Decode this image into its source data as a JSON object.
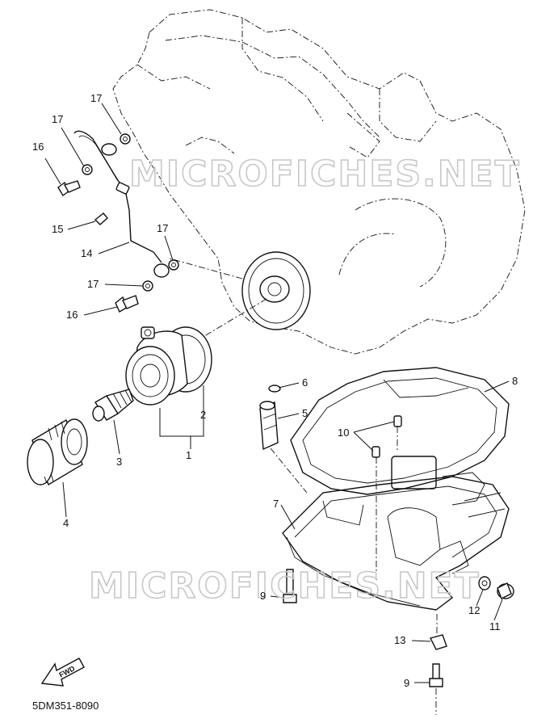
{
  "watermark": "MICROFICHES.NET",
  "diagram_code": "5DM351-8090",
  "fwd_label": "FWD",
  "callouts": {
    "c1": "1",
    "c2": "2",
    "c3": "3",
    "c4": "4",
    "c5": "5",
    "c6": "6",
    "c7": "7",
    "c8": "8",
    "c9a": "9",
    "c9b": "9",
    "c10": "10",
    "c11": "11",
    "c12": "12",
    "c13": "13",
    "c14": "14",
    "c15": "15",
    "c16a": "16",
    "c16b": "16",
    "c17a": "17",
    "c17b": "17",
    "c17c": "17",
    "c17d": "17"
  }
}
